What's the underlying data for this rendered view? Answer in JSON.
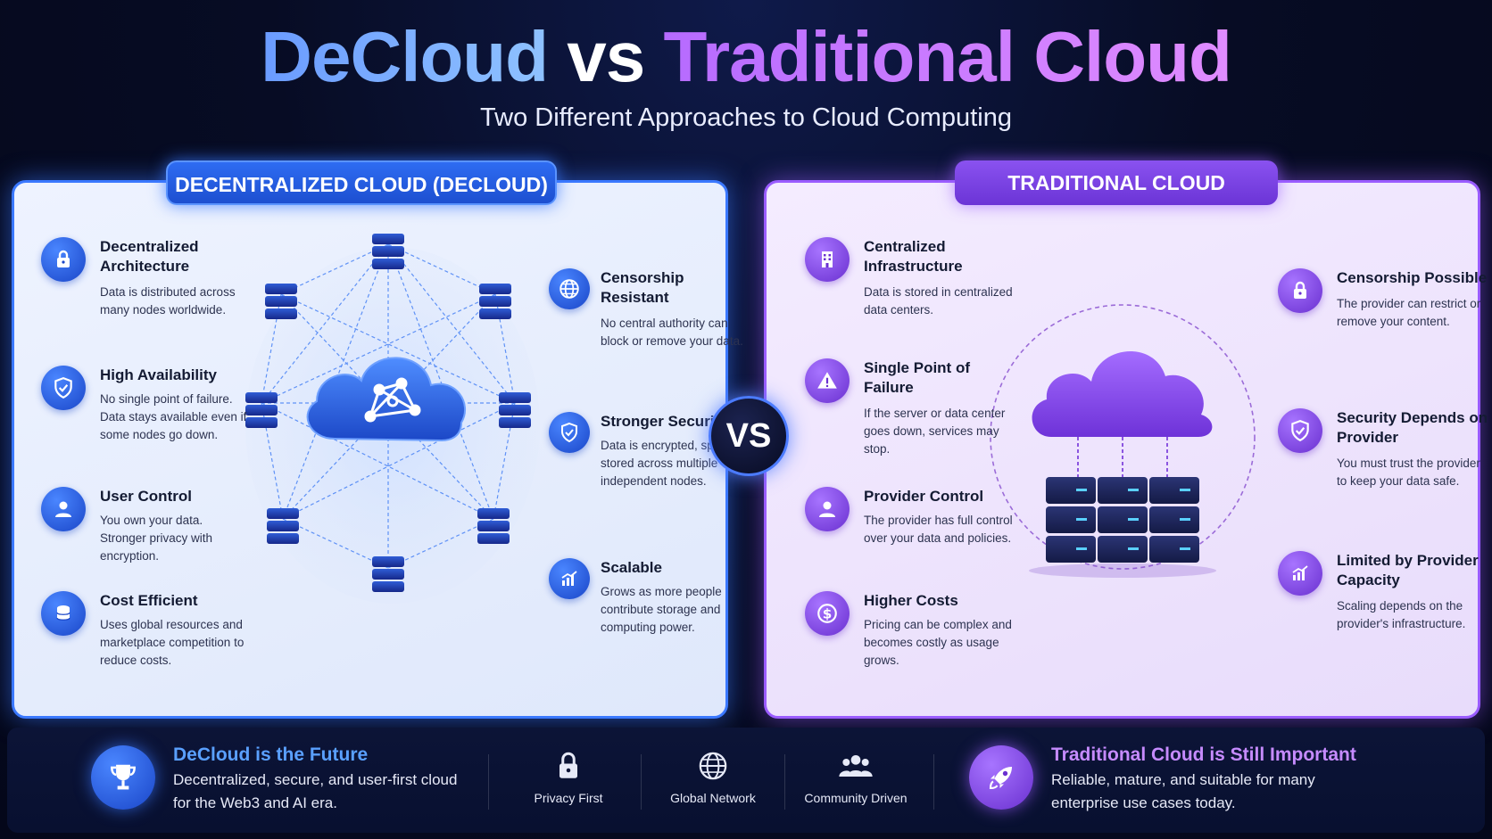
{
  "header": {
    "title_part1": "DeCloud",
    "title_part2": "vs",
    "title_part3": "Traditional Cloud",
    "subtitle": "Two Different Approaches to Cloud Computing"
  },
  "colors": {
    "decloud_blue": "#2e6cf2",
    "traditional_purple": "#8a52f0"
  },
  "left_panel": {
    "label": "DECENTRALIZED CLOUD (DECLOUD)",
    "features": [
      {
        "icon": "lock-icon",
        "title": "Decentralized Architecture",
        "text": "Data is distributed across many nodes worldwide."
      },
      {
        "icon": "shield-icon",
        "title": "High Availability",
        "text": "No single point of failure. Data stays available even if some nodes go down."
      },
      {
        "icon": "user-icon",
        "title": "User Control",
        "text": "You own your data. Stronger privacy with encryption."
      },
      {
        "icon": "coins-icon",
        "title": "Cost Efficient",
        "text": "Uses global resources and marketplace competition to reduce costs."
      },
      {
        "icon": "globe-icon",
        "title": "Censorship Resistant",
        "text": "No central authority can block or remove your data."
      },
      {
        "icon": "shield-icon",
        "title": "Stronger Security",
        "text": "Data is encrypted, split, and stored across multiple independent nodes."
      },
      {
        "icon": "bar-chart-icon",
        "title": "Scalable",
        "text": "Grows as more people contribute storage and computing power."
      }
    ]
  },
  "vs_label": "VS",
  "right_panel": {
    "label": "TRADITIONAL CLOUD",
    "features": [
      {
        "icon": "building-icon",
        "title": "Centralized Infrastructure",
        "text": "Data is stored in centralized data centers."
      },
      {
        "icon": "warning-icon",
        "title": "Single Point of Failure",
        "text": "If the server or data center goes down, services may stop."
      },
      {
        "icon": "user-icon",
        "title": "Provider Control",
        "text": "The provider has full control over your data and policies."
      },
      {
        "icon": "dollar-icon",
        "title": "Higher Costs",
        "text": "Pricing can be complex and becomes costly as usage grows."
      },
      {
        "icon": "lock-icon",
        "title": "Censorship Possible",
        "text": "The provider can restrict or remove your content."
      },
      {
        "icon": "shield-icon",
        "title": "Security Depends on Provider",
        "text": "You must trust the provider to keep your data safe."
      },
      {
        "icon": "bar-chart-icon",
        "title": "Limited by Provider Capacity",
        "text": "Scaling depends on the provider's infrastructure."
      }
    ]
  },
  "footer": {
    "left_title": "DeCloud is the Future",
    "left_text": "Decentralized, secure, and user-first cloud for the Web3 and AI era.",
    "items": [
      {
        "icon": "lock-icon",
        "label": "Privacy First"
      },
      {
        "icon": "globe-icon",
        "label": "Global Network"
      },
      {
        "icon": "people-icon",
        "label": "Community Driven"
      }
    ],
    "right_title": "Traditional Cloud is Still Important",
    "right_text": "Reliable, mature, and suitable for many enterprise use cases today."
  }
}
